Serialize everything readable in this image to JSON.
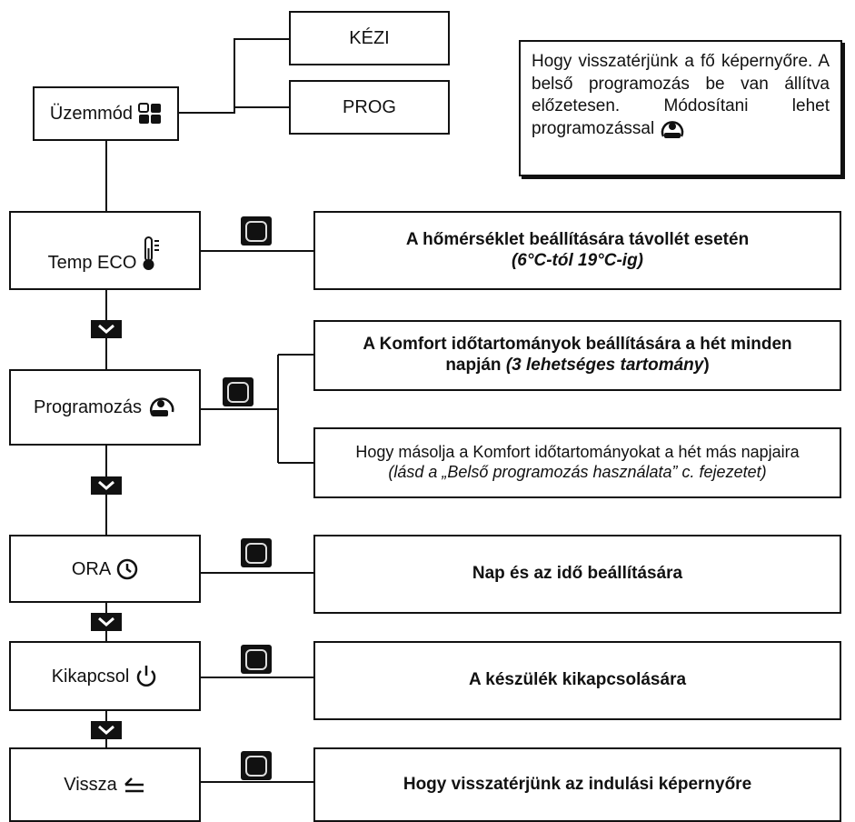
{
  "menu": {
    "mode": {
      "label": "Üzemmód",
      "icon": "mode-grid-icon"
    },
    "options": {
      "manual": "KÉZI",
      "prog": "PROG"
    },
    "note": {
      "text": "Hogy visszatérjünk a fő képernyőre. A belső programozás be van állítva előzetesen. Módosítani lehet programozással",
      "icon": "programming-icon"
    },
    "items": [
      {
        "label": "Temp ECO",
        "icon": "thermometer-icon",
        "desc": "A hőmérséklet beállítására távollét esetén",
        "desc_italic": "(6°C-tól 19°C-ig)"
      },
      {
        "label": "Programozás",
        "icon": "programming-icon",
        "desc1_a": "A Komfort időtartományok beállítására a hét minden",
        "desc1_b": "napján",
        "desc1_italic": "(3 lehetséges tartomány",
        "desc1_end": ")",
        "desc2": "Hogy másolja a Komfort időtartományokat a hét más napjaira",
        "desc2_italic": "(lásd a „Belső programozás használata” c. fejezetet)"
      },
      {
        "label": "ORA",
        "icon": "clock-icon",
        "desc": "Nap és az idő beállítására"
      },
      {
        "label": "Kikapcsol",
        "icon": "power-icon",
        "desc": "A készülék kikapcsolására"
      },
      {
        "label": "Vissza",
        "icon": "return-arrow-icon",
        "desc": "Hogy visszatérjünk az indulási képernyőre"
      }
    ]
  },
  "colors": {
    "ink": "#111111",
    "background": "#ffffff"
  },
  "button_icon": "ok-button-icon",
  "next_icon": "chevron-down-icon"
}
